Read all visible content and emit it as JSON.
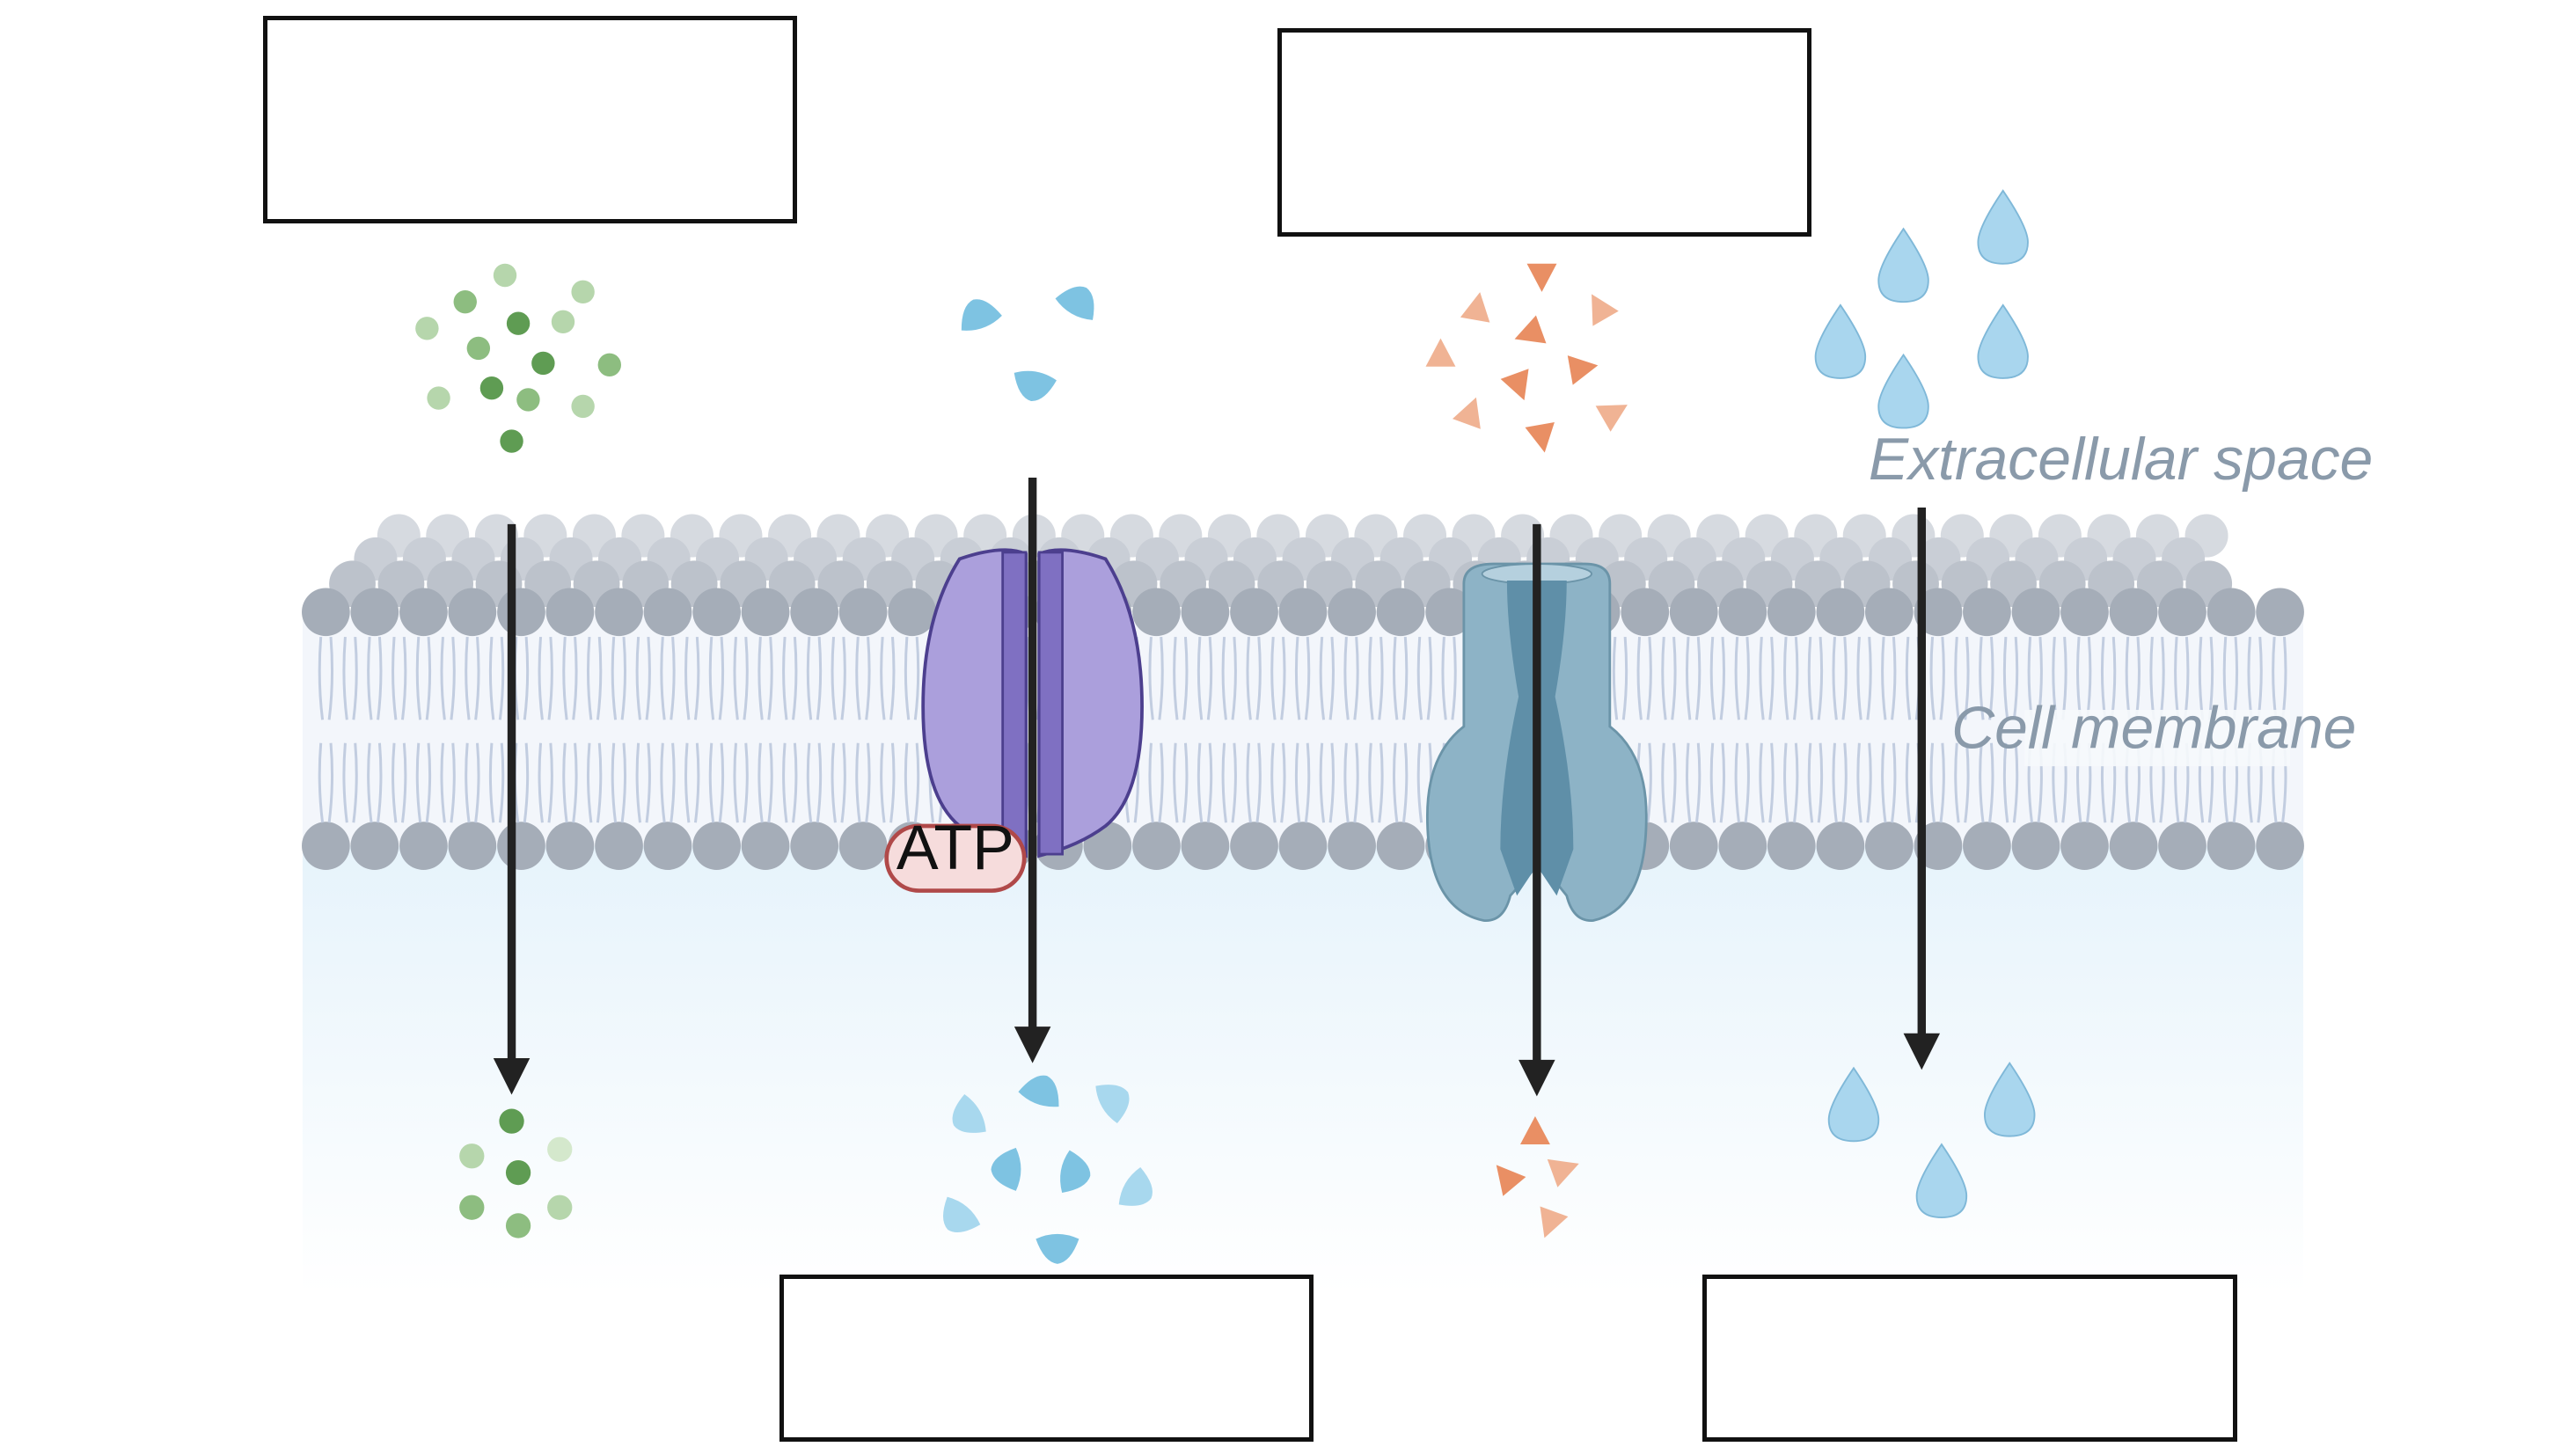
{
  "labels": {
    "extracellular": "Extracellular space",
    "membrane": "Cell membrane",
    "atp": "ATP"
  },
  "answer_boxes": [
    {
      "id": "box-top-left",
      "text": ""
    },
    {
      "id": "box-top-center",
      "text": ""
    },
    {
      "id": "box-bottom-center",
      "text": ""
    },
    {
      "id": "box-bottom-right",
      "text": ""
    }
  ],
  "colors": {
    "head": "#a5adb8",
    "head_top": "#cbd0d7",
    "tail": "#c2cde0",
    "cytoplasm": "#e6f3fb",
    "pump": "#ab9fdc",
    "pump_dark": "#7f70c2",
    "pump_outline": "#4c3f8e",
    "channel": "#8db3c6",
    "channel_dark": "#5f8fa8",
    "arrow": "#222222",
    "green": "#6aa35f",
    "blue_piece": "#7ec3e2",
    "orange": "#e98f64",
    "water": "#a9d6ee",
    "atp_fill": "#f6dcdc",
    "atp_stroke": "#b04949"
  },
  "icons": {
    "pump": "atp-pump-icon",
    "channel": "channel-protein-icon",
    "water": "water-drop-icon"
  }
}
